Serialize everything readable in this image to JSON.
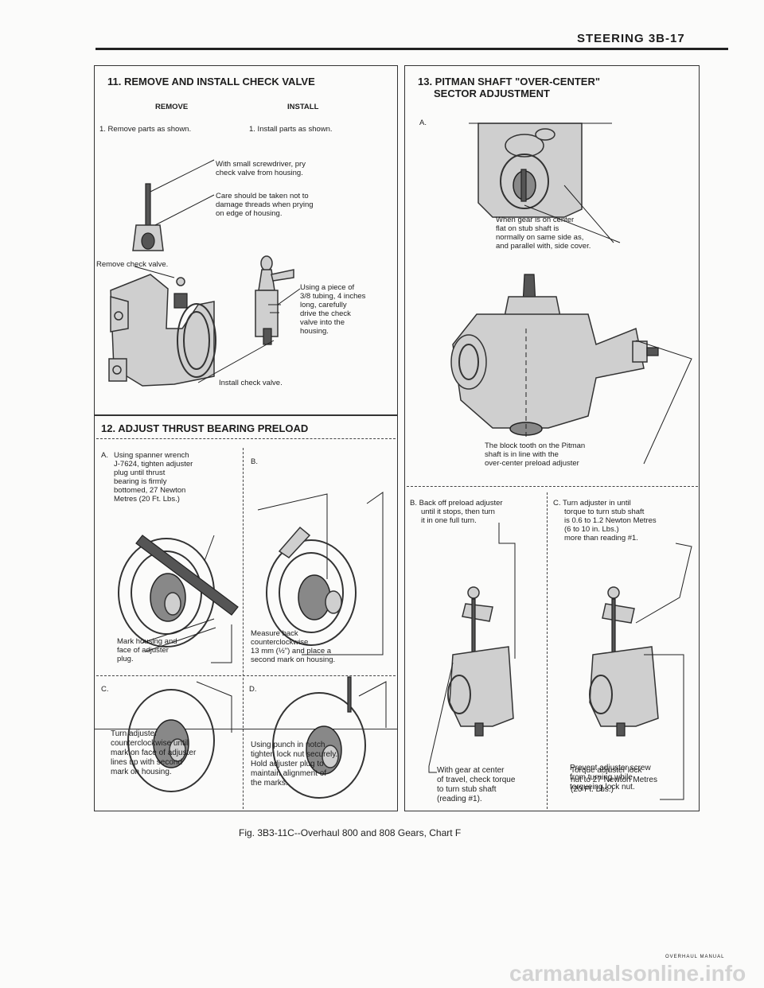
{
  "header": {
    "title": "STEERING  3B-17"
  },
  "panel11": {
    "title": "11. REMOVE AND INSTALL CHECK VALVE",
    "col_remove": "REMOVE",
    "col_install": "INSTALL",
    "step_remove": "1. Remove parts as shown.",
    "step_install": "1. Install parts as shown.",
    "callout_pry": [
      "With small screwdriver, pry",
      "check valve from housing."
    ],
    "callout_care": [
      "Care should be taken not to",
      "damage threads when prying",
      "on edge of housing."
    ],
    "label_remove": "Remove check valve.",
    "callout_tube": [
      "Using a piece of",
      "3/8 tubing, 4 inches",
      "long, carefully",
      "drive the check",
      "valve into the",
      "housing."
    ],
    "label_install": "Install check valve."
  },
  "panel12": {
    "title": "12. ADJUST THRUST BEARING PRELOAD",
    "a_label": "A.",
    "a_text": [
      "Using spanner wrench",
      "J-7624, tighten adjuster",
      "plug until thrust",
      "bearing is firmly",
      "bottomed, 27 Newton",
      "Metres (20 Ft. Lbs.)"
    ],
    "a_caption": [
      "Mark housing and",
      "face of adjuster",
      "plug."
    ],
    "b_label": "B.",
    "b_caption": [
      "Measure back",
      "counterclockwise",
      "13 mm (½\") and place a",
      "second mark on housing."
    ],
    "c_label": "C.",
    "c_caption": [
      "Turn adjuster",
      "counterclockwise until",
      "mark on face of adjuster",
      "lines up with second",
      "mark on housing."
    ],
    "d_label": "D.",
    "d_caption": [
      "Using punch in notch",
      "tighten lock nut securely.",
      "Hold adjuster plug to",
      "maintain alignment of",
      "the marks."
    ]
  },
  "panel13": {
    "title": [
      "13. PITMAN SHAFT \"OVER-CENTER\"",
      "SECTOR ADJUSTMENT"
    ],
    "a_label": "A.",
    "center_note": [
      "When gear is on center",
      "flat on stub shaft is",
      "normally on same side as,",
      "and parallel with, side cover."
    ],
    "block_note": [
      "The block tooth on the Pitman",
      "shaft is in line with the",
      "over-center preload adjuster"
    ],
    "b_text": [
      "B.  Back off preload adjuster",
      "until it stops, then turn",
      "it in one full turn."
    ],
    "c_text": [
      "C.  Turn adjuster in until",
      "torque to turn stub shaft",
      "is 0.6 to 1.2 Newton Metres",
      "(6 to 10 in. Lbs.)",
      "more than reading #1."
    ],
    "b_caption": [
      "With gear at center",
      "of travel, check torque",
      "to turn stub shaft",
      "(reading #1)."
    ],
    "c_caption": [
      "Torque adjuster lock",
      "nut to 27 Newton Metres",
      "(20 Ft. Lbs.)"
    ],
    "c_caption2": [
      "Prevent adjuster screw",
      "from turning while",
      "torqueing lock nut."
    ]
  },
  "footer": {
    "caption": "Fig. 3B3-11C--Overhaul 800 and 808 Gears, Chart F",
    "small": "OVERHAUL MANUAL",
    "watermark": "carmanualsonline.info"
  }
}
